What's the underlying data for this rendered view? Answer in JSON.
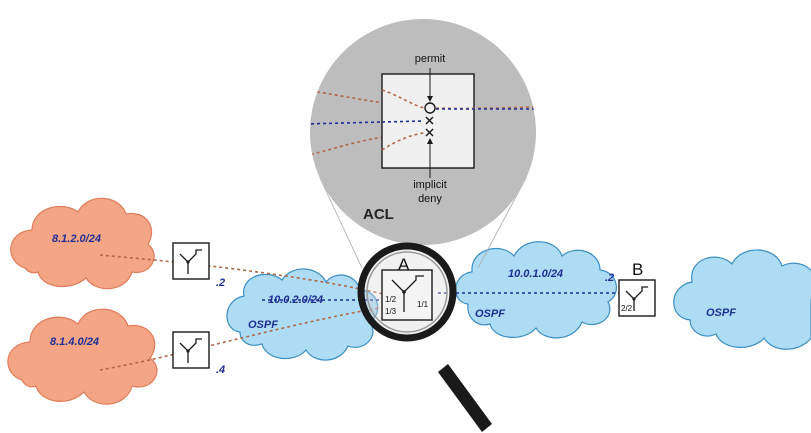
{
  "colors": {
    "blue_cloud": "#aedcf4",
    "blue_cloud_stroke": "#3c8ec4",
    "orange_cloud": "#f3a585",
    "orange_cloud_stroke": "#e07c5a",
    "blue_line": "#1f2f96",
    "brown_line": "#b06a4a",
    "zoom_disc": "#bdbdbd",
    "acl_box": "#f0f0f0",
    "magnifier": "#1a1a1a"
  },
  "networks": {
    "n812": "8.1.2.0/24",
    "n814": "8.1.4.0/24",
    "n1002": "10.0.2.0/24",
    "n1001": "10.0.1.0/24"
  },
  "ospf": {
    "left": "OSPF",
    "middle": "OSPF",
    "right": "OSPF"
  },
  "octets": {
    "r_top": ".2",
    "r_bottom": ".4",
    "r_b": ".2"
  },
  "routers": {
    "a": {
      "name": "A",
      "ports": [
        "1/2",
        "1/1",
        "1/3"
      ]
    },
    "b": {
      "name": "B",
      "port": "2/2"
    }
  },
  "acl": {
    "title": "ACL",
    "permit": "permit",
    "implicit_deny": [
      "implicit",
      "deny"
    ]
  }
}
